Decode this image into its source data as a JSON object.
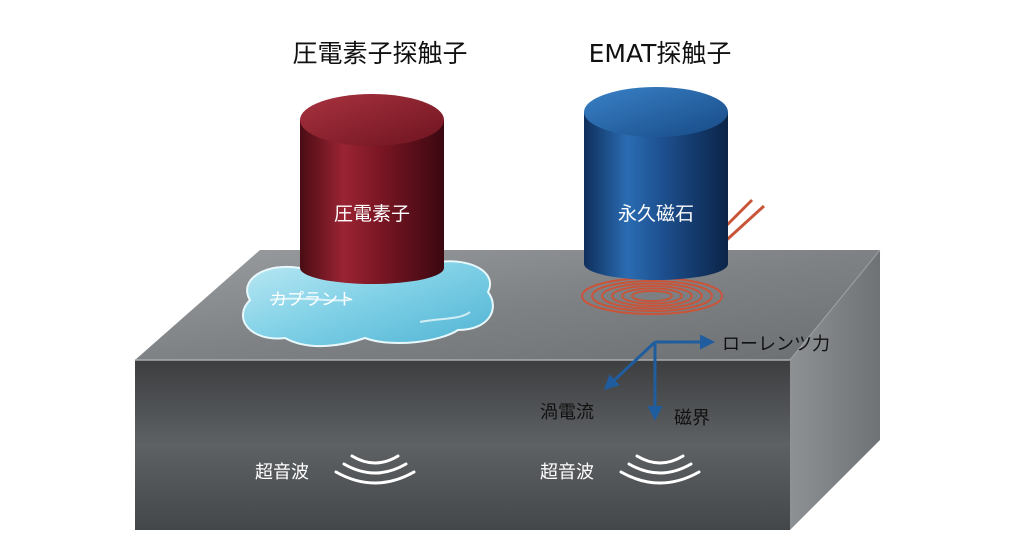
{
  "titles": {
    "piezo_probe": "圧電素子探触子",
    "emat_probe": "EMAT探触子"
  },
  "labels": {
    "piezo_element": "圧電素子",
    "permanent_magnet": "永久磁石",
    "couplant": "カプラント",
    "lorentz_force": "ローレンツ力",
    "eddy_current": "渦電流",
    "magnetic_field": "磁界",
    "ultrasonic_left": "超音波",
    "ultrasonic_right": "超音波"
  },
  "colors": {
    "piezo_cylinder": "#8b1d2c",
    "magnet_cylinder": "#1f5d9e",
    "coil": "#c8553a",
    "couplant": "#7fd0e6",
    "arrow": "#1f5d9e",
    "block_top": "#8a8d90",
    "block_front": "#55585b"
  }
}
